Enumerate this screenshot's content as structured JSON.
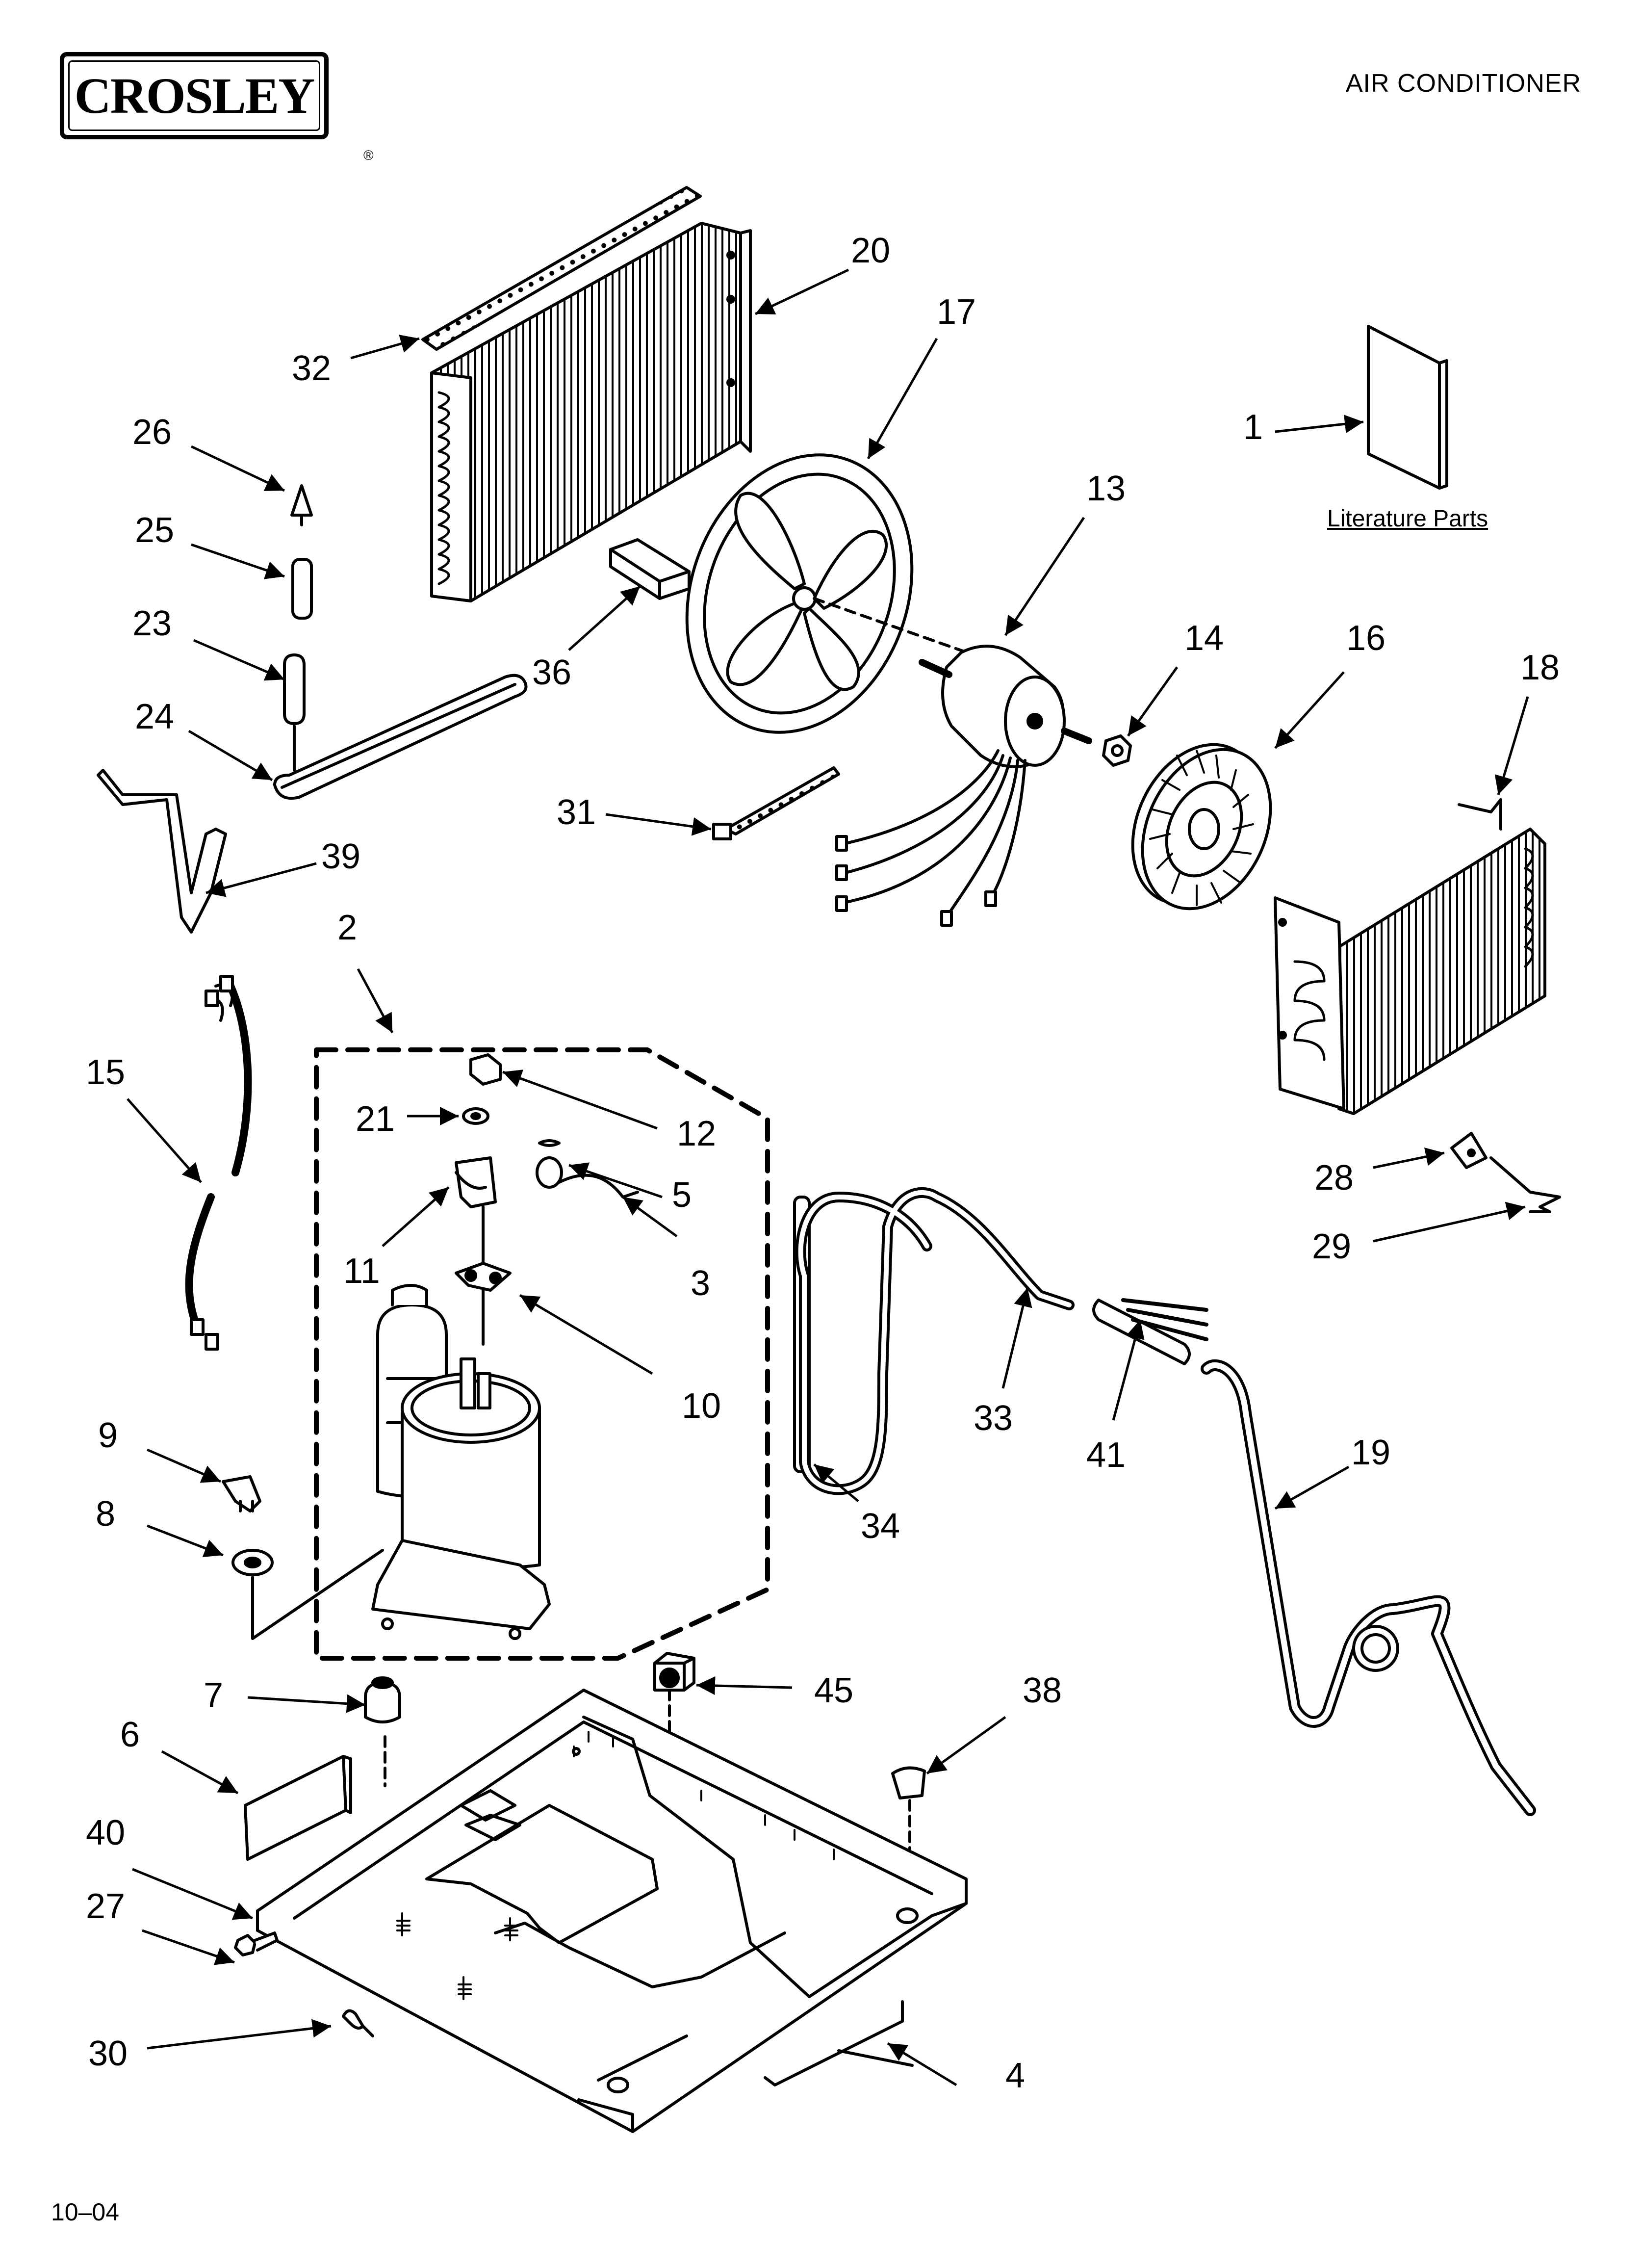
{
  "brand": {
    "name": "CROSLEY"
  },
  "header": {
    "title": "AIR CONDITIONER"
  },
  "footer": {
    "code": "10–04"
  },
  "literature_label": "Literature Parts",
  "callouts": {
    "c1": "1",
    "c2": "2",
    "c3": "3",
    "c4": "4",
    "c5": "5",
    "c6": "6",
    "c7": "7",
    "c8": "8",
    "c9": "9",
    "c10": "10",
    "c11": "11",
    "c12": "12",
    "c13": "13",
    "c14": "14",
    "c15": "15",
    "c16": "16",
    "c17": "17",
    "c18": "18",
    "c19": "19",
    "c20": "20",
    "c21": "21",
    "c23": "23",
    "c24": "24",
    "c25": "25",
    "c26": "26",
    "c27": "27",
    "c28": "28",
    "c29": "29",
    "c30": "30",
    "c31": "31",
    "c32": "32",
    "c33": "33",
    "c34": "34",
    "c36": "36",
    "c38": "38",
    "c39": "39",
    "c40": "40",
    "c41": "41",
    "c45": "45"
  }
}
